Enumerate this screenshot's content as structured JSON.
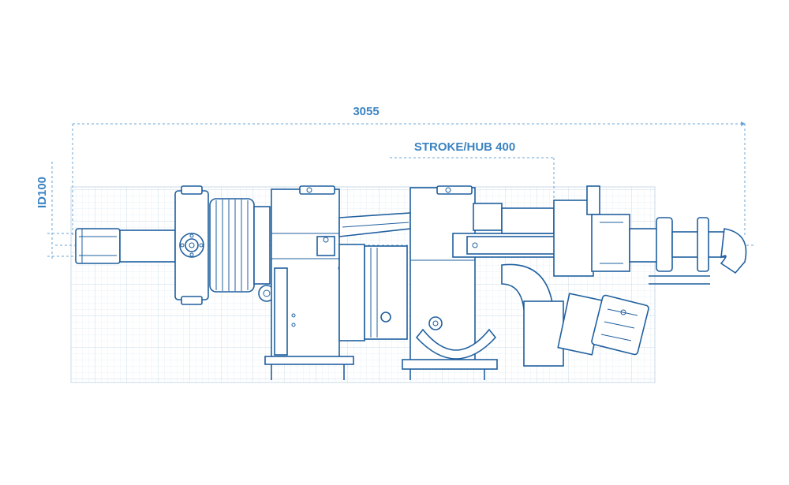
{
  "dimensions": {
    "overall_length": "3055",
    "stroke": "STROKE/HUB 400",
    "inner_diameter": "ID100"
  },
  "colors": {
    "line": "#1f5f9e",
    "dimension": "#3a83c1",
    "grid_minor": "#e3ecf4",
    "grid_major": "#c9d9e8"
  }
}
